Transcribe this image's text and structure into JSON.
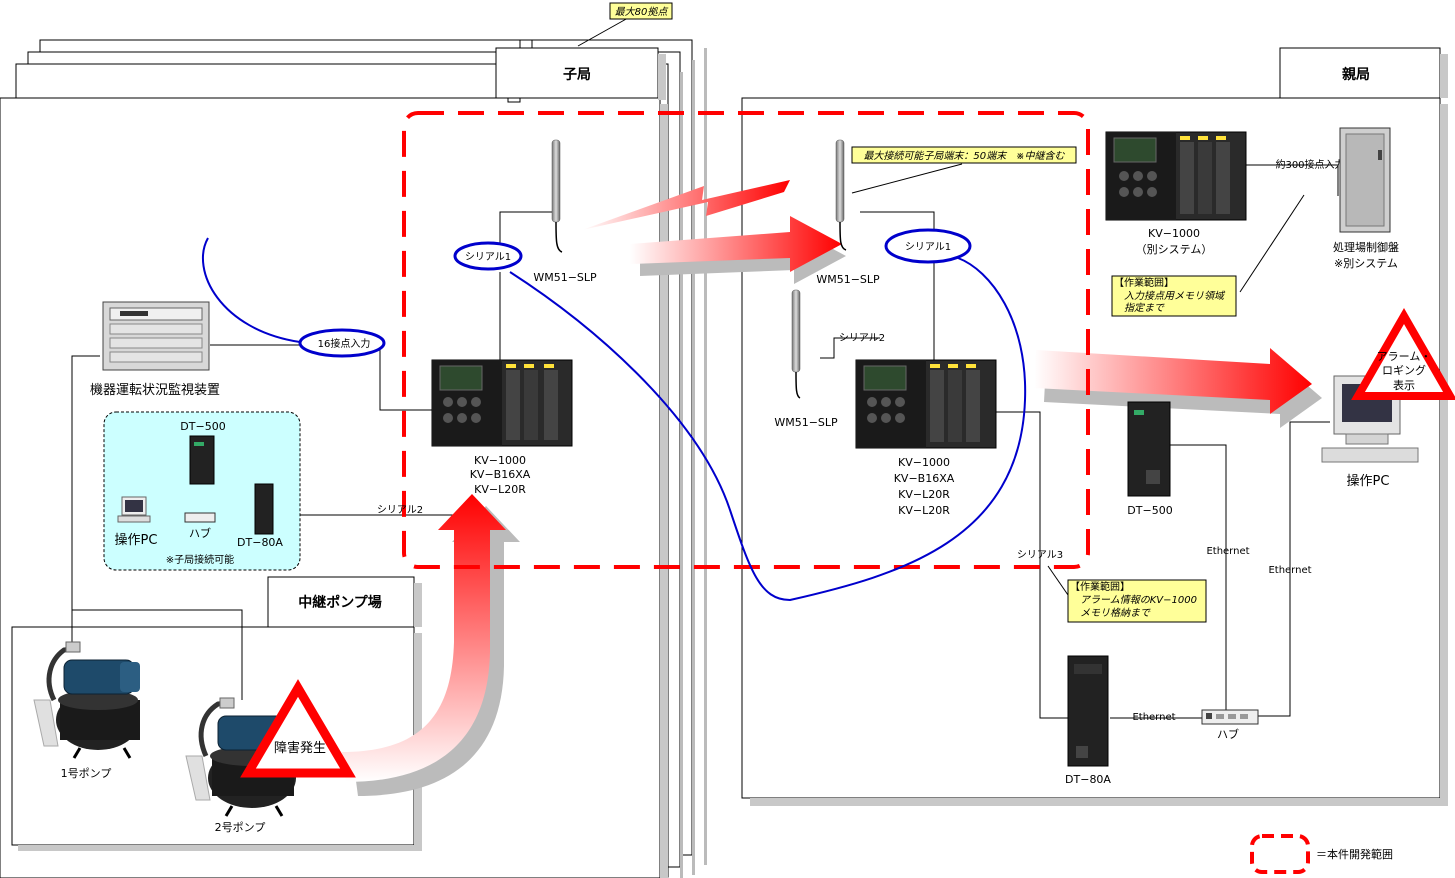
{
  "sites": {
    "child_station": "子局",
    "parent_station": "親局",
    "relay_pump": "中継ポンプ場",
    "max_sites_note": "最大80拠点"
  },
  "child": {
    "antenna_label": "WM51−SLP",
    "serial1": "シリアル1",
    "input16": "16接点入力",
    "serial2": "シリアル2",
    "monitor_label": "機器運転状況監視装置",
    "plc_lines": [
      "KV−1000",
      "KV−B16XA",
      "KV−L20R"
    ],
    "group_dt500": "DT−500",
    "group_pc": "操作PC",
    "group_hub": "ハブ",
    "group_dt80a": "DT−80A",
    "group_note": "※子局接続可能"
  },
  "relay": {
    "pump1": "1号ポンプ",
    "pump2": "2号ポンプ",
    "fault": "障害発生"
  },
  "parent": {
    "antenna_note": "最大接続可能子局端末：50端末　※中継含む",
    "antenna1_label": "WM51−SLP",
    "serial1": "シリアル1",
    "antenna2_label": "WM51−SLP",
    "serial2": "シリアル2",
    "plc_lines": [
      "KV−1000",
      "KV−B16XA",
      "KV−L20R",
      "KV−L20R"
    ],
    "kv_other_lines": [
      "KV−1000",
      "（別システム）"
    ],
    "input300": "約300接点入力",
    "panel_lines": [
      "処理場制御盤",
      "※別システム"
    ],
    "scope_note1": [
      "【作業範囲】",
      "入力接点用メモリ領域",
      "指定まで"
    ],
    "serial3": "シリアル3",
    "scope_note2": [
      "【作業範囲】",
      "アラーム情報のKV−1000",
      "メモリ格納まで"
    ],
    "dt500": "DT−500",
    "dt80a": "DT−80A",
    "hub": "ハブ",
    "ethernet_a": "Ethernet",
    "ethernet_b": "Ethernet",
    "ethernet_c": "Ethernet",
    "pc": "操作PC",
    "alarm_lines": [
      "アラーム・",
      "ロギング",
      "表示"
    ]
  },
  "legend": {
    "text": "＝本件開発範囲",
    "color": "#ff0000"
  },
  "colors": {
    "dev_scope": "#ff0000",
    "highlight": "#0000cc",
    "note_bg": "#ffff99",
    "group_bg": "#ccffff",
    "alarm": "#ff0000"
  }
}
